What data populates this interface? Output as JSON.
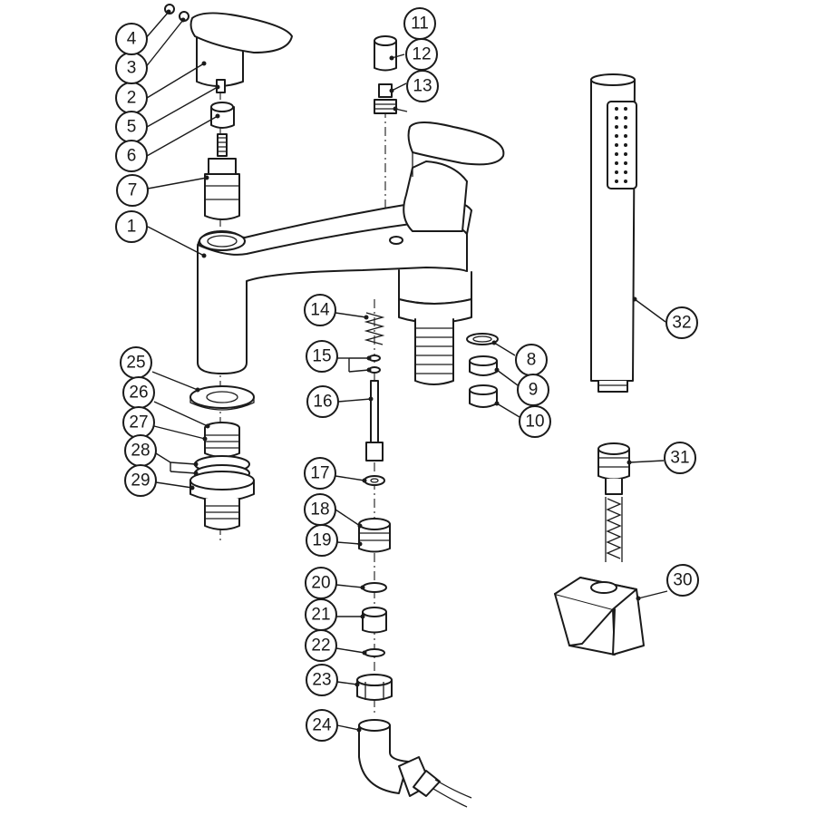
{
  "colors": {
    "line": "#1a1a1a",
    "background": "#ffffff"
  },
  "callouts": [
    {
      "id": "c1",
      "label": "1"
    },
    {
      "id": "c2",
      "label": "2"
    },
    {
      "id": "c3",
      "label": "3"
    },
    {
      "id": "c4",
      "label": "4"
    },
    {
      "id": "c5",
      "label": "5"
    },
    {
      "id": "c6",
      "label": "6"
    },
    {
      "id": "c7",
      "label": "7"
    },
    {
      "id": "c8",
      "label": "8"
    },
    {
      "id": "c9",
      "label": "9"
    },
    {
      "id": "c10",
      "label": "10"
    },
    {
      "id": "c11",
      "label": "11"
    },
    {
      "id": "c12",
      "label": "12"
    },
    {
      "id": "c13",
      "label": "13"
    },
    {
      "id": "c14",
      "label": "14"
    },
    {
      "id": "c15",
      "label": "15"
    },
    {
      "id": "c16",
      "label": "16"
    },
    {
      "id": "c17",
      "label": "17"
    },
    {
      "id": "c18",
      "label": "18"
    },
    {
      "id": "c19",
      "label": "19"
    },
    {
      "id": "c20",
      "label": "20"
    },
    {
      "id": "c21",
      "label": "21"
    },
    {
      "id": "c22",
      "label": "22"
    },
    {
      "id": "c23",
      "label": "23"
    },
    {
      "id": "c24",
      "label": "24"
    },
    {
      "id": "c25",
      "label": "25"
    },
    {
      "id": "c26",
      "label": "26"
    },
    {
      "id": "c27",
      "label": "27"
    },
    {
      "id": "c28",
      "label": "28"
    },
    {
      "id": "c29",
      "label": "29"
    },
    {
      "id": "c30",
      "label": "30"
    },
    {
      "id": "c31",
      "label": "31"
    },
    {
      "id": "c32",
      "label": "32"
    }
  ]
}
